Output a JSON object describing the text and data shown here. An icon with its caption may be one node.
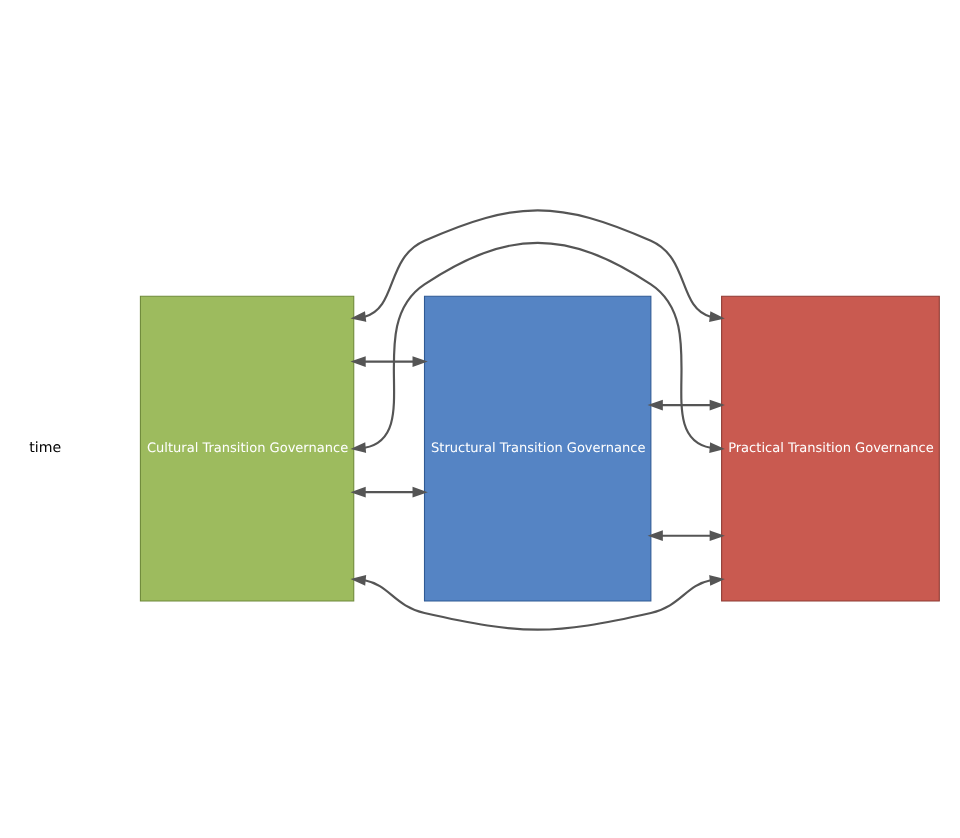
{
  "diagram": {
    "nodes": [
      {
        "text": [
          "Cultural Transition Governance"
        ]
      },
      {
        "text": [
          "Structural Transition Governance"
        ]
      },
      {
        "text": [
          "Practical Transition Governance"
        ]
      }
    ],
    "edges": [
      {
        "from": 0,
        "to": 2,
        "arrow": "both"
      },
      {
        "from": 0,
        "to": 1,
        "arrow": "both"
      },
      {
        "from": 1,
        "to": 2,
        "arrow": "both"
      },
      {
        "from": 0,
        "to": 2,
        "arrow": "both"
      },
      {
        "from": 0,
        "to": 1,
        "arrow": "both"
      },
      {
        "from": 1,
        "to": 2,
        "arrow": "both"
      },
      {
        "from": 0,
        "to": 2,
        "arrow": "both"
      }
    ],
    "labels": [
      "time"
    ]
  }
}
